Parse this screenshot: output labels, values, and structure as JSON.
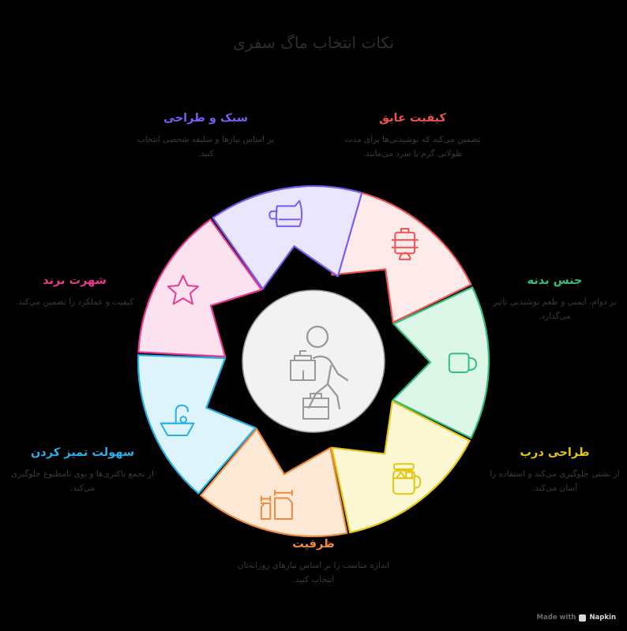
{
  "diagram": {
    "title": "نکات انتخاب ماگ سفری",
    "type": "segmented-wheel",
    "center": {
      "icon": "traveler-walking-with-bag-icon",
      "fill": "#f2f2f2",
      "stroke": "#9e9e9e"
    },
    "segments": [
      {
        "key": "insulation",
        "heading": "کیفیت عایق",
        "description": "تضمین می‌کند که نوشیدنی‌ها برای مدت طولانی گرم یا سرد می‌مانند.",
        "icon": "thermos-flask-icon",
        "color": "#ef5350",
        "fill": "#fdeaea",
        "angle_start": -78,
        "angle_end": -26
      },
      {
        "key": "body-material",
        "heading": "جنس بدنه",
        "description": "بر دوام، ایمنی و طعم نوشیدنی تاثیر می‌گذارد.",
        "icon": "mug-icon",
        "color": "#34bf7f",
        "fill": "#dcf7e8",
        "angle_start": -25,
        "angle_end": 26
      },
      {
        "key": "lid-design",
        "heading": "طراحی درب",
        "description": "از نشتی جلوگیری می‌کند و استفاده را آسان می‌کند.",
        "icon": "mason-jar-icon",
        "color": "#e3c514",
        "fill": "#fdf8d4",
        "angle_start": 27,
        "angle_end": 78
      },
      {
        "key": "capacity",
        "heading": "ظرفیت",
        "description": "اندازه مناسب را بر اساس نیازهای روزانه‌تان انتخاب کنید.",
        "icon": "two-container-sizes-icon",
        "color": "#f08a3c",
        "fill": "#fde9d6",
        "angle_start": 79,
        "angle_end": 130
      },
      {
        "key": "ease-of-cleaning",
        "heading": "سهولت تمیز کردن",
        "description": "از تجمع باکتری‌ها و بوی نامطبوع جلوگیری می‌کند.",
        "icon": "sink-faucet-icon",
        "color": "#29b0e8",
        "fill": "#ddf4fd",
        "angle_start": 131,
        "angle_end": 182
      },
      {
        "key": "brand-reputation",
        "heading": "شهرت برند",
        "description": "کیفیت و عملکرد را تضمین می‌کند.",
        "icon": "star-icon",
        "color": "#e8398f",
        "fill": "#fce1ef",
        "angle_start": 183,
        "angle_end": 234
      },
      {
        "key": "style-design",
        "heading": "سبک و طراحی",
        "description": "بر اساس نیازها و سلیقه شخصی انتخاب کنید.",
        "icon": "pitcher-jug-icon",
        "color": "#7c5cf0",
        "fill": "#e9e6fd",
        "angle_start": 235,
        "angle_end": 286
      }
    ]
  },
  "watermark": {
    "made_with": "Made with",
    "brand": "Napkin",
    "mark_icon": "napkin-logo-icon"
  }
}
